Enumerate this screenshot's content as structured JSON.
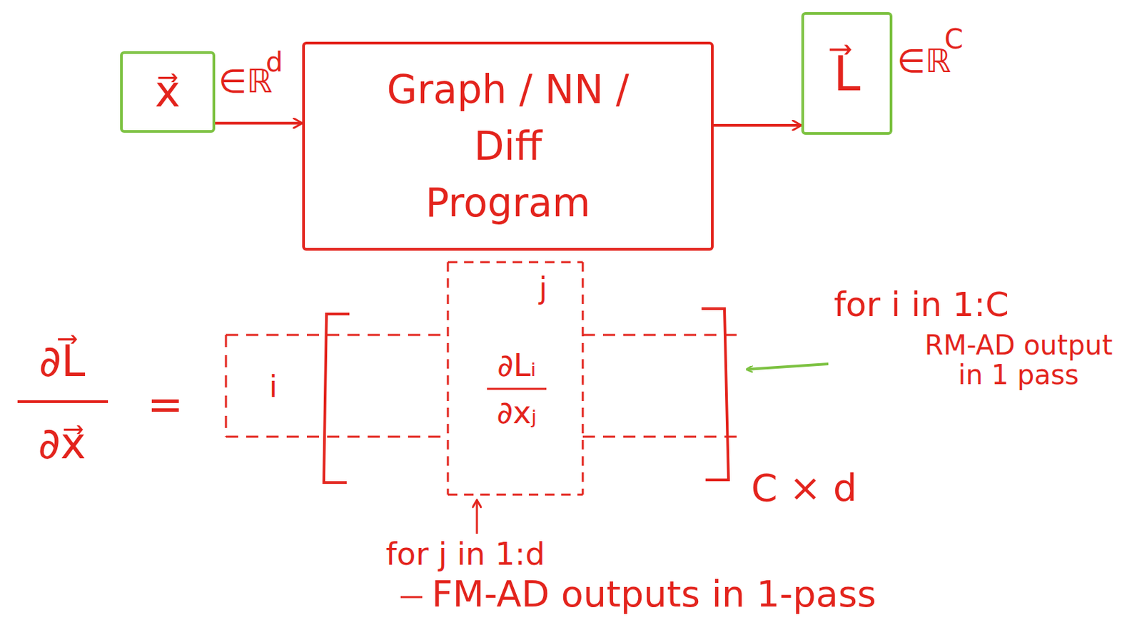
{
  "diagram": {
    "nodes": [
      {
        "text": [
          "x⃗"
        ]
      },
      {
        "text": [
          "Graph / NN / Diff Program"
        ]
      },
      {
        "text": [
          "L⃗"
        ]
      }
    ],
    "edges": [
      {
        "from": 0,
        "to": 1,
        "arrow": "to"
      },
      {
        "from": 1,
        "to": 2,
        "arrow": "to"
      }
    ],
    "labels": [
      "∈ℝ",
      "d",
      "∈ℝ",
      "C",
      "∂L⃗",
      "∂x⃗",
      "=",
      "i",
      "j",
      "∂Lᵢ",
      "∂xⱼ",
      "C × d",
      "for i in 1:C",
      "RM-AD output in 1 pass",
      "for j in 1:d",
      "FM-AD outputs in 1-pass"
    ]
  }
}
